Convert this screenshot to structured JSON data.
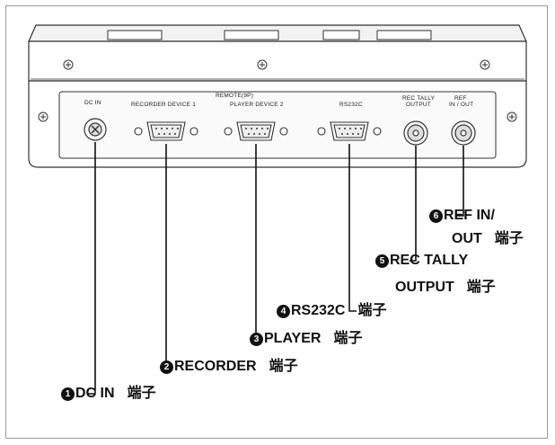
{
  "panel": {
    "remote_label": "REMOTE(9P)",
    "ports": {
      "dc_in": "DC IN",
      "recorder": "RECORDER DEVICE 1",
      "player": "PLAYER DEVICE 2",
      "rs232c": "RS232C",
      "rec_tally": [
        "REC TALLY",
        "OUTPUT"
      ],
      "ref": [
        "REF",
        "IN / OUT"
      ]
    }
  },
  "callouts": [
    {
      "num": "1",
      "text": "DC IN",
      "suffix": "端子"
    },
    {
      "num": "2",
      "text": "RECORDER",
      "suffix": "端子"
    },
    {
      "num": "3",
      "text": "PLAYER",
      "suffix": "端子"
    },
    {
      "num": "4",
      "text": "RS232C",
      "suffix": "端子"
    },
    {
      "num": "5",
      "line1": "REC TALLY",
      "line2": "OUTPUT",
      "suffix": "端子"
    },
    {
      "num": "6",
      "line1": "REF IN/",
      "line2": "OUT",
      "suffix": "端子"
    }
  ],
  "colors": {
    "outline": "#333333",
    "panel": "#ffffff",
    "shade": "#e8e8e8"
  }
}
